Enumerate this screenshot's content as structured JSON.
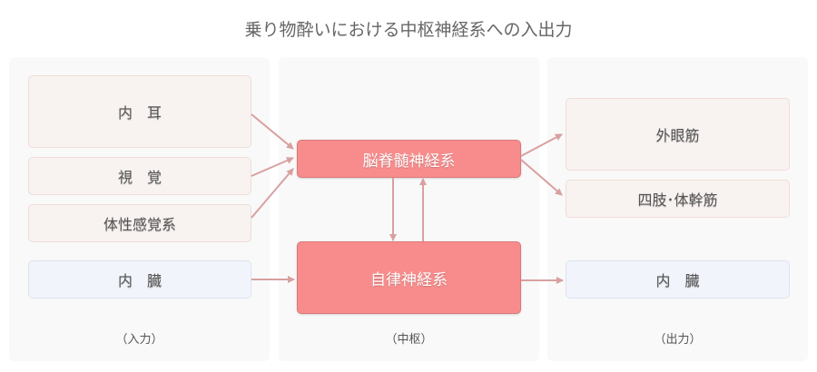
{
  "title": "乗り物酔いにおける中枢神経系への入出力",
  "input": {
    "label": "（入力）",
    "items": [
      "内　耳",
      "視　覚",
      "体性感覚系",
      "内　臓"
    ]
  },
  "center": {
    "label": "（中枢）",
    "items": [
      "脳脊髄神経系",
      "自律神経系"
    ]
  },
  "output": {
    "label": "（出力）",
    "items": [
      "外眼筋",
      "四肢･体幹筋",
      "内　臓"
    ]
  },
  "colors": {
    "core": "#f88c8c",
    "arrow": "#d9a0a0",
    "input": "#f8f3f1",
    "visceral": "#f1f4fa"
  }
}
